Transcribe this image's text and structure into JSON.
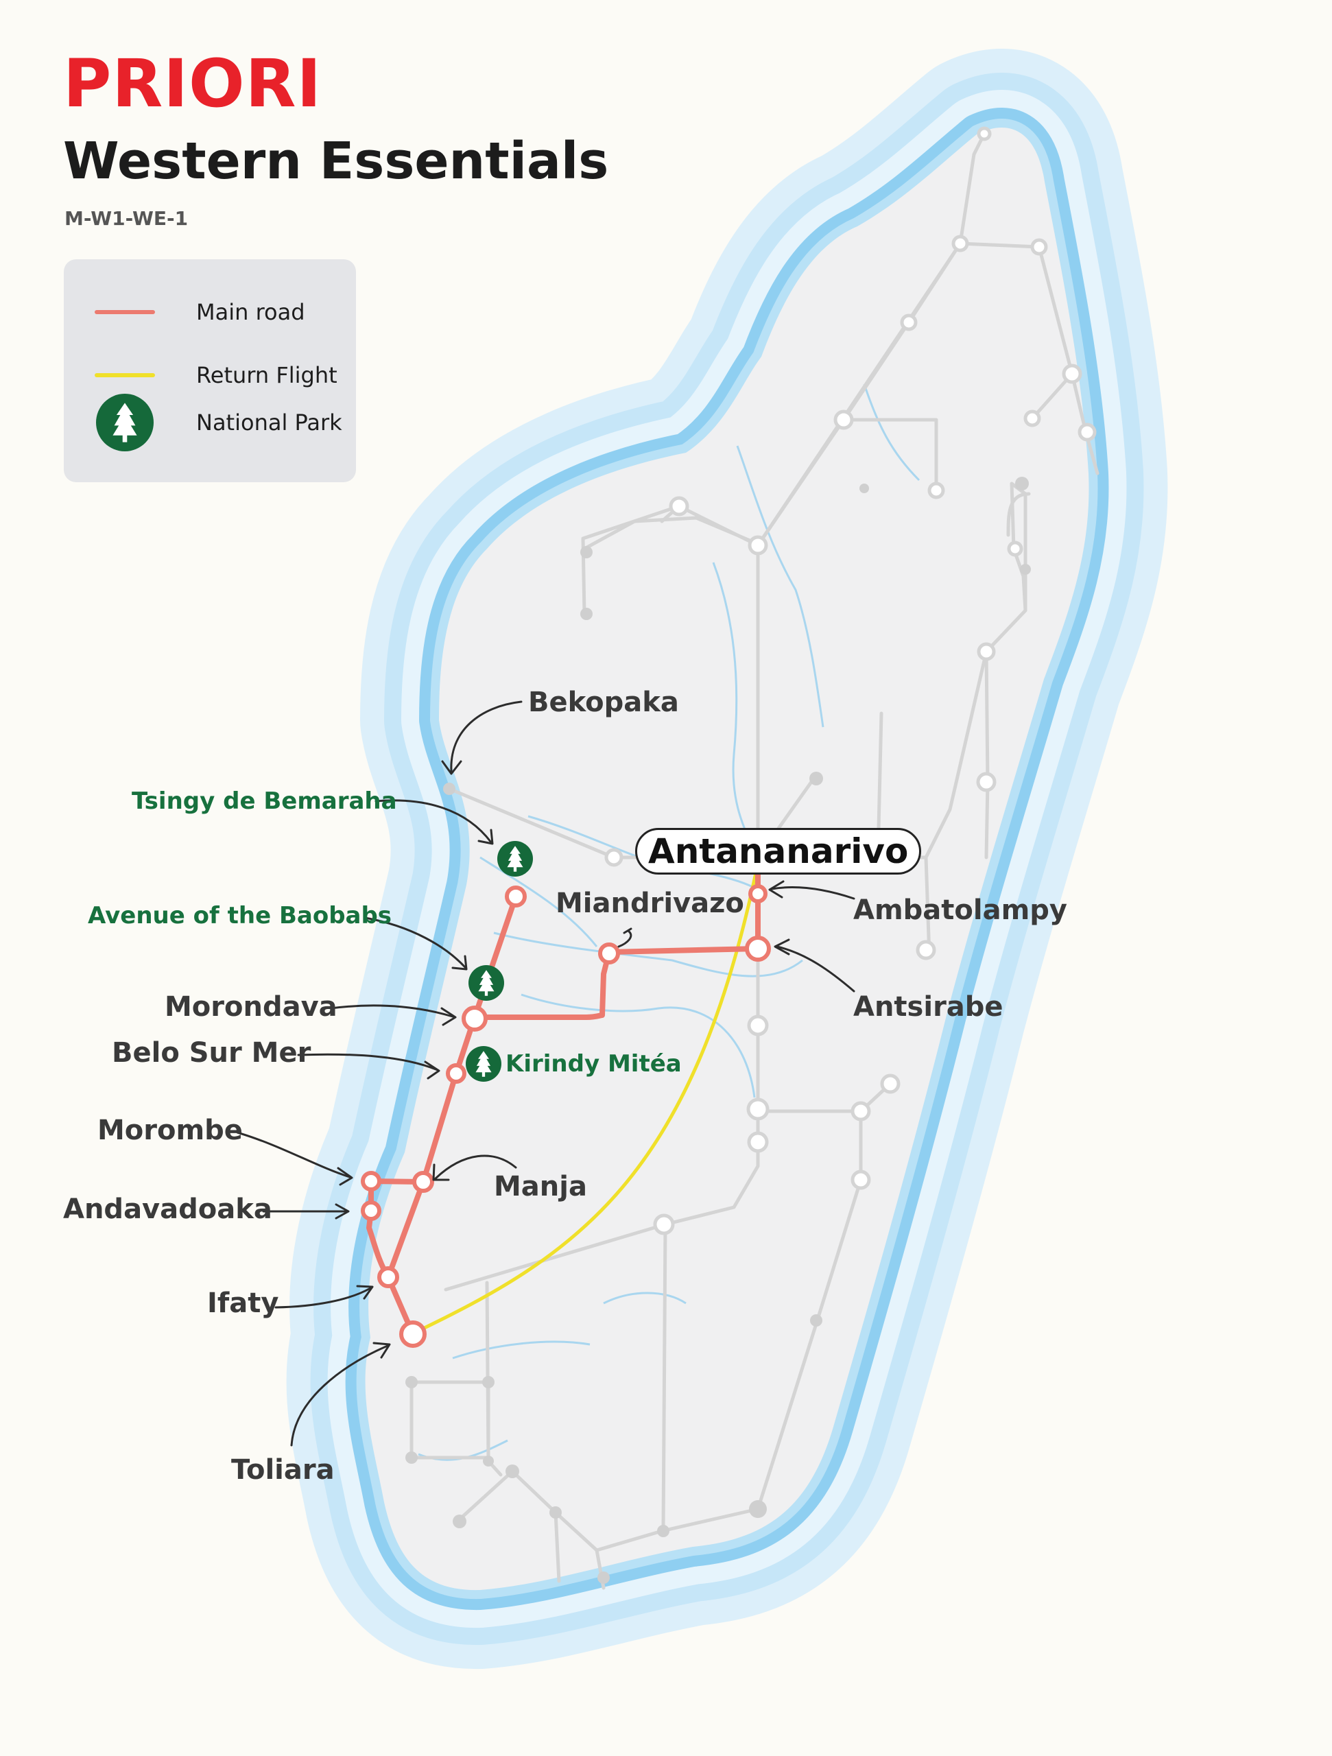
{
  "header": {
    "brand": "PRIORI",
    "title": "Western Essentials",
    "code": "M-W1-WE-1"
  },
  "legend": {
    "items": [
      {
        "label": "Main road",
        "color": "#ec7a6f"
      },
      {
        "label": "Return Flight",
        "color": "#f0e02a"
      },
      {
        "label": "National Park",
        "icon": "tree-icon",
        "color": "#15693a"
      }
    ]
  },
  "colors": {
    "brand": "#e8222a",
    "main_road": "#ec7a6f",
    "flight": "#f0e02a",
    "park": "#15693a",
    "ocean": "#a7d7f2",
    "land": "#f0f0f1",
    "minor_road": "#d4d4d4"
  },
  "places": {
    "capital": "Antananarivo",
    "towns": [
      "Bekopaka",
      "Miandrivazo",
      "Ambatolampy",
      "Antsirabe",
      "Morondava",
      "Belo Sur Mer",
      "Morombe",
      "Manja",
      "Andavadoaka",
      "Ifaty",
      "Toliara"
    ],
    "parks": [
      "Tsingy de Bemaraha",
      "Avenue of the Baobabs",
      "Kirindy Mitéa"
    ]
  }
}
